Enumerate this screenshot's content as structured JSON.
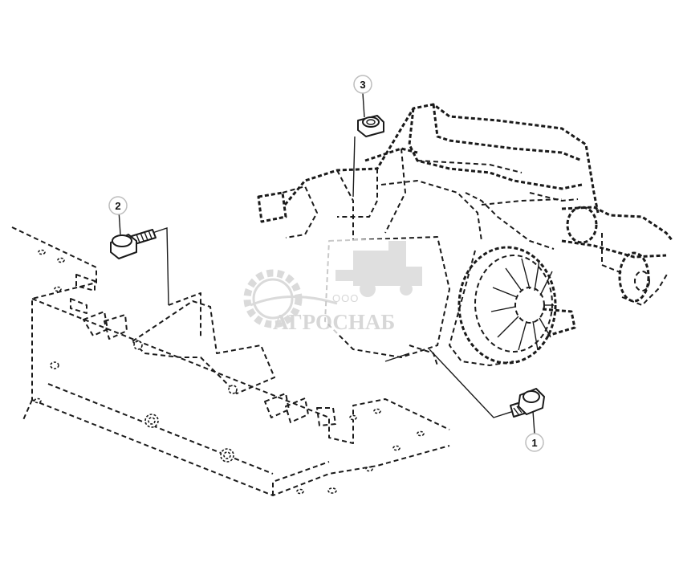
{
  "callouts": [
    {
      "id": "1",
      "label": "1"
    },
    {
      "id": "2",
      "label": "2"
    },
    {
      "id": "3",
      "label": "3"
    }
  ],
  "watermark": {
    "prefix": "ООО",
    "name": "АГРОСНАБ"
  }
}
